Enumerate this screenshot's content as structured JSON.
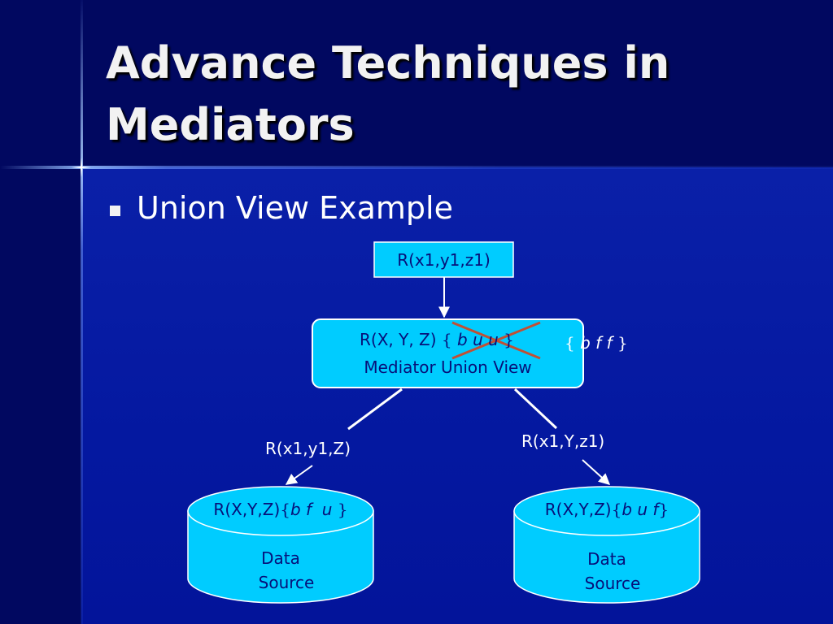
{
  "slide": {
    "title_line1": "Advance Techniques in",
    "title_line2": "Mediators",
    "bullet": "Union View Example"
  },
  "diagram": {
    "query_box": "R(x1,y1,z1)",
    "mediator": {
      "relation": "R(X, Y, Z)",
      "open_brace": "{",
      "adornment_crossed": "b u u",
      "close_brace": "}",
      "label": "Mediator Union View"
    },
    "new_adornment": {
      "open_brace": "{",
      "value": "b f f",
      "close_brace": "}"
    },
    "left_query": "R(x1,y1,Z)",
    "right_query": "R(x1,Y,z1)",
    "left_source": {
      "relation": "R(X,Y,Z)",
      "open_brace": "{",
      "adornment": "b f  u",
      "close_brace": "}",
      "label_line1": "Data",
      "label_line2": "Source"
    },
    "right_source": {
      "relation": "R(X,Y,Z)",
      "open_brace": "{",
      "adornment": "b u f",
      "close_brace": "}",
      "label_line1": "Data",
      "label_line2": "Source"
    }
  },
  "colors": {
    "background": "#020a6b",
    "box_fill": "#00ccff",
    "box_text": "#071079",
    "cross_lines": "#c05035",
    "white": "#ffffff"
  }
}
